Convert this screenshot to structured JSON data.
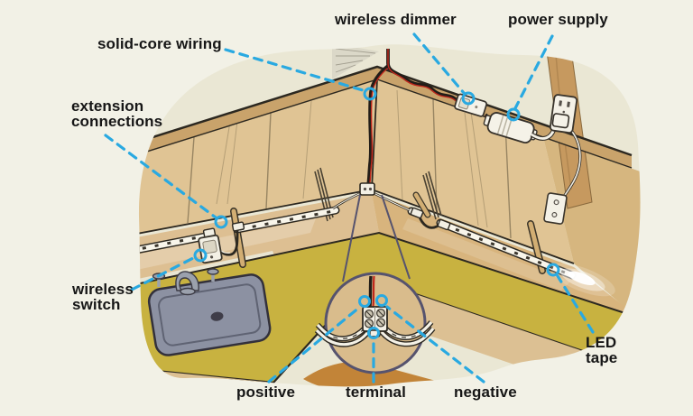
{
  "page": {
    "background_color": "#f2f1e6",
    "canvas_color": "#eae7d4"
  },
  "diagram": {
    "subject": "Kitchen under-cabinet LED tape lighting installation (corner view with magnified terminal detail)",
    "accent_color": "#29a9e1",
    "label_text_color": "#161616",
    "callouts": {
      "solid_core_wiring": "solid-core wiring",
      "wireless_dimmer": "wireless dimmer",
      "power_supply": "power supply",
      "extension_connections": "extension\nconnections",
      "wireless_switch": "wireless\nswitch",
      "led_tape": "LED\ntape",
      "positive": "positive",
      "terminal": "terminal",
      "negative": "negative"
    },
    "scene_elements": [
      "upper corner cabinets",
      "red-and-black solid-core wire run",
      "wireless dimmer module",
      "power supply brick plugged into wall outlet",
      "wood stud with receptacle",
      "LED tape strips with lit end",
      "extension connection jumpers",
      "wireless switch on backsplash",
      "sink with faucet on countertop",
      "magnifier circle showing screw terminal block with positive and negative cords"
    ]
  }
}
